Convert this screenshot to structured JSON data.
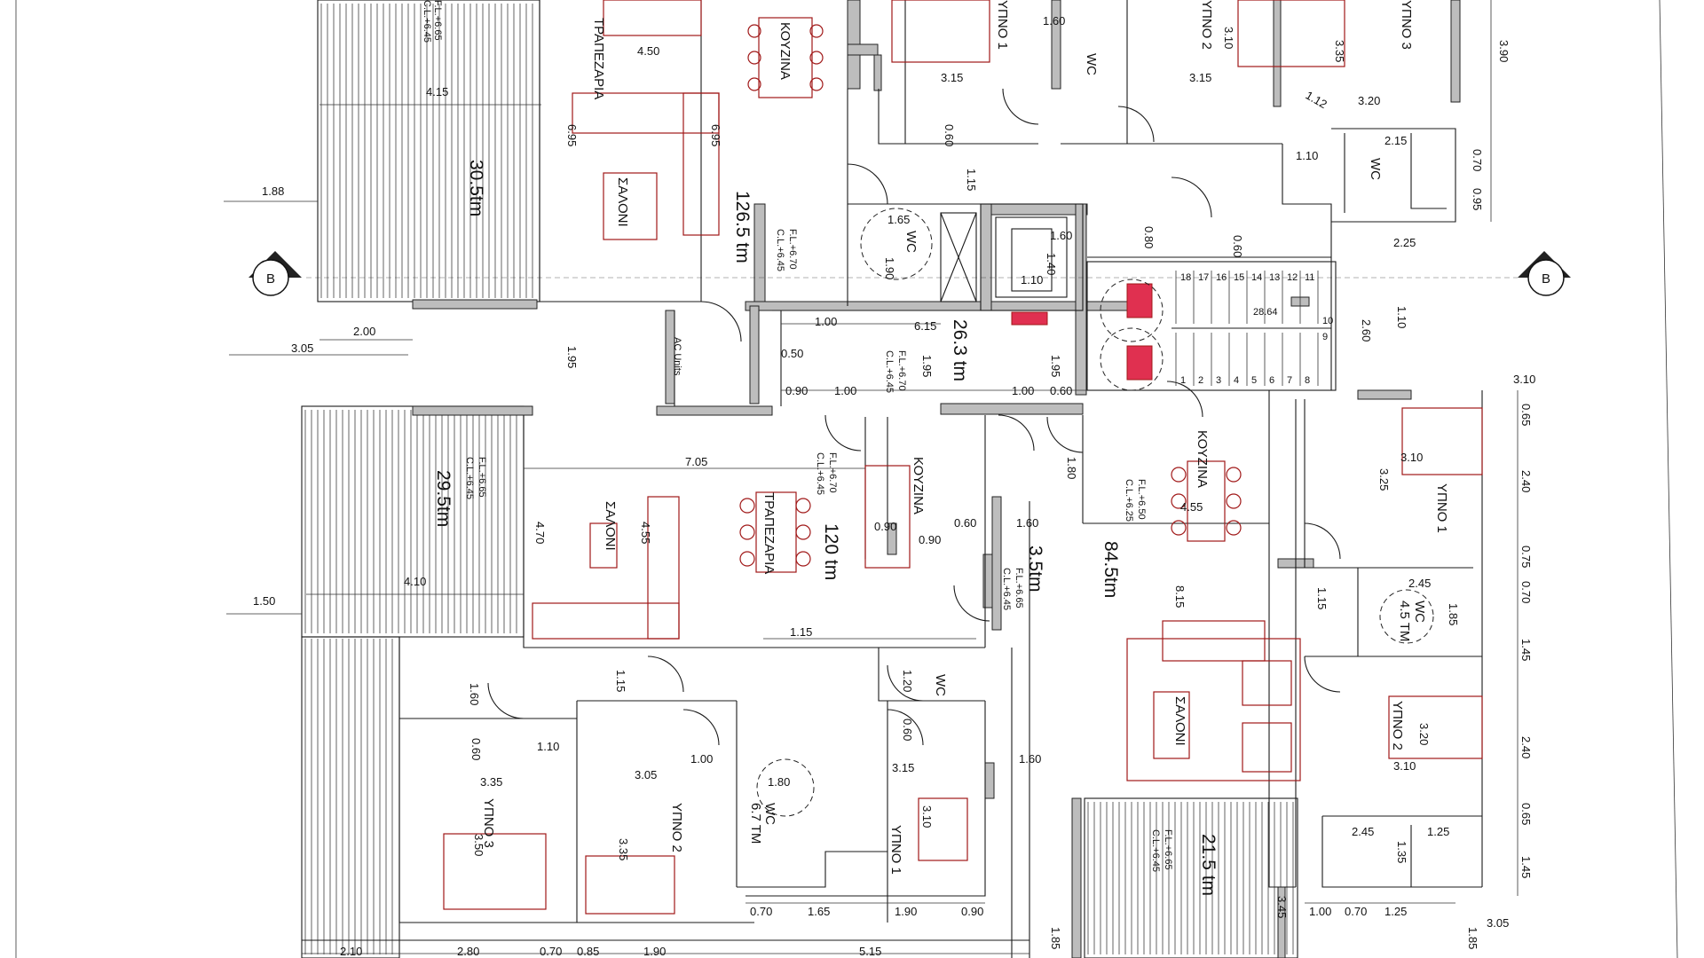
{
  "section_marker": {
    "label": "B"
  },
  "areas": {
    "apt_top_left": "126.5 tm",
    "apt_mid_left": "120 tm",
    "apt_right": "84.5tm",
    "corridor": "26.3 tm",
    "veranda_top": "30.5tm",
    "veranda_mid": "29.5tm",
    "veranda_bottom_right": "21.5 tm",
    "small_room": "3.5tm"
  },
  "rooms": {
    "trapezaria": "ΤΡΑΠΕΖΑΡΙΑ",
    "kouzina": "ΚΟΥΖΙΝΑ",
    "saloni": "ΣΑΛΟΝΙ",
    "ypnos1": "ΥΠΝΟ 1",
    "ypnos2": "ΥΠΝΟ 2",
    "ypnos3": "ΥΠΝΟ 3",
    "wc": "WC",
    "ac_units": "AC Units",
    "wc_45": "4.5 TM",
    "wc_67": "6.7 TM"
  },
  "levels": {
    "fl_665": "F.L.+6.65",
    "cl_645": "C.L.+6.45",
    "fl_670": "F.L.+6.70",
    "fl_650": "F.L.+6.50",
    "cl_625": "C.L.+6.25",
    "fl_685": "F.L.+6.65",
    "cl_665": "C.L.+6.45"
  },
  "dimensions": {
    "d415": "4.15",
    "d450": "4.50",
    "d188": "1.88",
    "d200": "2.00",
    "d305": "3.05",
    "d195": "1.95",
    "d050": "0.50",
    "d090": "0.90",
    "d100": "1.00",
    "d615": "6.15",
    "d060": "0.60",
    "d315": "3.15",
    "d160": "1.60",
    "d310": "3.10",
    "d335": "3.35",
    "d320": "3.20",
    "d390": "3.90",
    "d112": "1.12",
    "d110": "1.10",
    "d215": "2.15",
    "d070": "0.70",
    "d095": "0.95",
    "d225": "2.25",
    "d115": "1.15",
    "d080": "0.80",
    "d165": "1.65",
    "d190": "1.90",
    "d260": "2.60",
    "d065": "0.65",
    "d240": "2.40",
    "d075": "0.75",
    "d325": "3.25",
    "d245": "2.45",
    "d185": "1.85",
    "d145": "1.45",
    "d125": "1.25",
    "d135": "1.35",
    "d705": "7.05",
    "d470": "4.70",
    "d455": "4.55",
    "d410": "4.10",
    "d150": "1.50",
    "d180": "1.80",
    "d815": "8.15",
    "d350": "3.50",
    "d120": "1.20",
    "d085": "0.85",
    "d280": "2.80",
    "d210": "2.10",
    "d515": "5.15",
    "d140": "1.40",
    "d695": "6.95",
    "d345": "3.45",
    "d2864": "28.64"
  },
  "stair_numbers_top": [
    "18",
    "17",
    "16",
    "15",
    "14",
    "13",
    "12",
    "11"
  ],
  "stair_numbers_bottom": [
    "1",
    "2",
    "3",
    "4",
    "5",
    "6",
    "7",
    "8"
  ],
  "stair_numbers_side": [
    "10",
    "9"
  ]
}
